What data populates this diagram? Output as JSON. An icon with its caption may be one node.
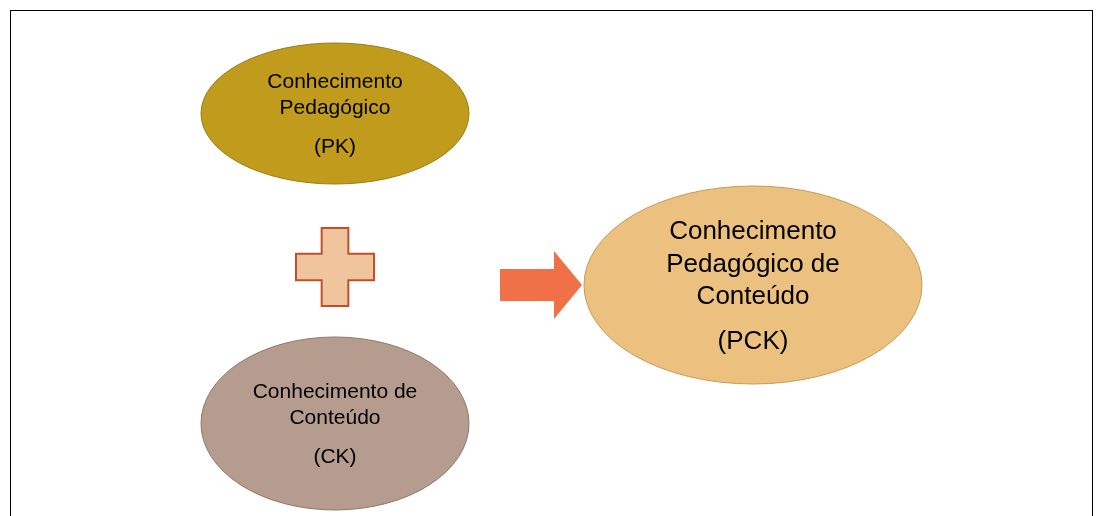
{
  "diagram": {
    "nodes": [
      {
        "text": [
          "Conhecimento Pedagógico",
          "(PK)"
        ]
      },
      {
        "text": [],
        "shape": "cross"
      },
      {
        "text": [
          "Conhecimento de Conteúdo",
          "(CK)"
        ]
      },
      {
        "text": [
          "Conhecimento Pedagógico de Conteúdo",
          "(PCK)"
        ]
      }
    ],
    "edges": [
      {
        "from": null,
        "to": 3,
        "arrow": "to",
        "style": "thick",
        "color": "#f07048"
      }
    ]
  }
}
